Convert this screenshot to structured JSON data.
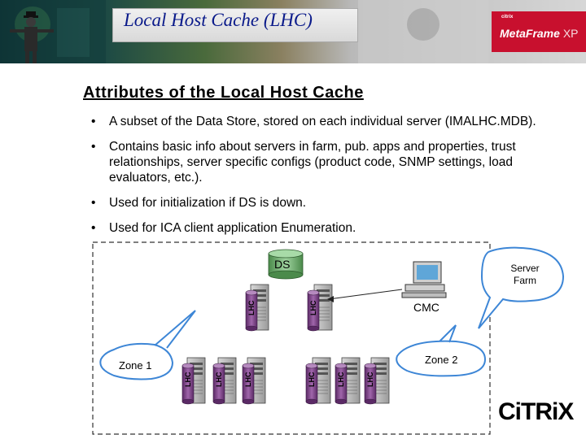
{
  "banner": {
    "title": "Local Host Cache (LHC)",
    "brand_small": "citrix",
    "brand_main": "MetaFrame",
    "brand_suffix": "XP"
  },
  "heading": "Attributes of the Local Host Cache",
  "bullets": [
    "A subset of the Data Store, stored on each individual server (IMALHC.MDB).",
    "Contains basic info about servers in farm, pub. apps and properties, trust relationships, server specific configs (product code, SNMP settings, load evaluators, etc.).",
    "Used for initialization if DS is down.",
    "Used for ICA client application Enumeration."
  ],
  "diagram": {
    "ds_label": "DS",
    "server_farm_label": "Server Farm",
    "cmc_label": "CMC",
    "zone1_label": "Zone 1",
    "zone2_label": "Zone 2",
    "lhc_label": "LHC"
  },
  "logo": "CiTRiX",
  "colors": {
    "title": "#0a1a8a",
    "brand_red": "#c8102e",
    "lhc_cylinder": "#7a3f86",
    "ds_cylinder": "#6cab6c",
    "callout": "#3d86d6"
  }
}
